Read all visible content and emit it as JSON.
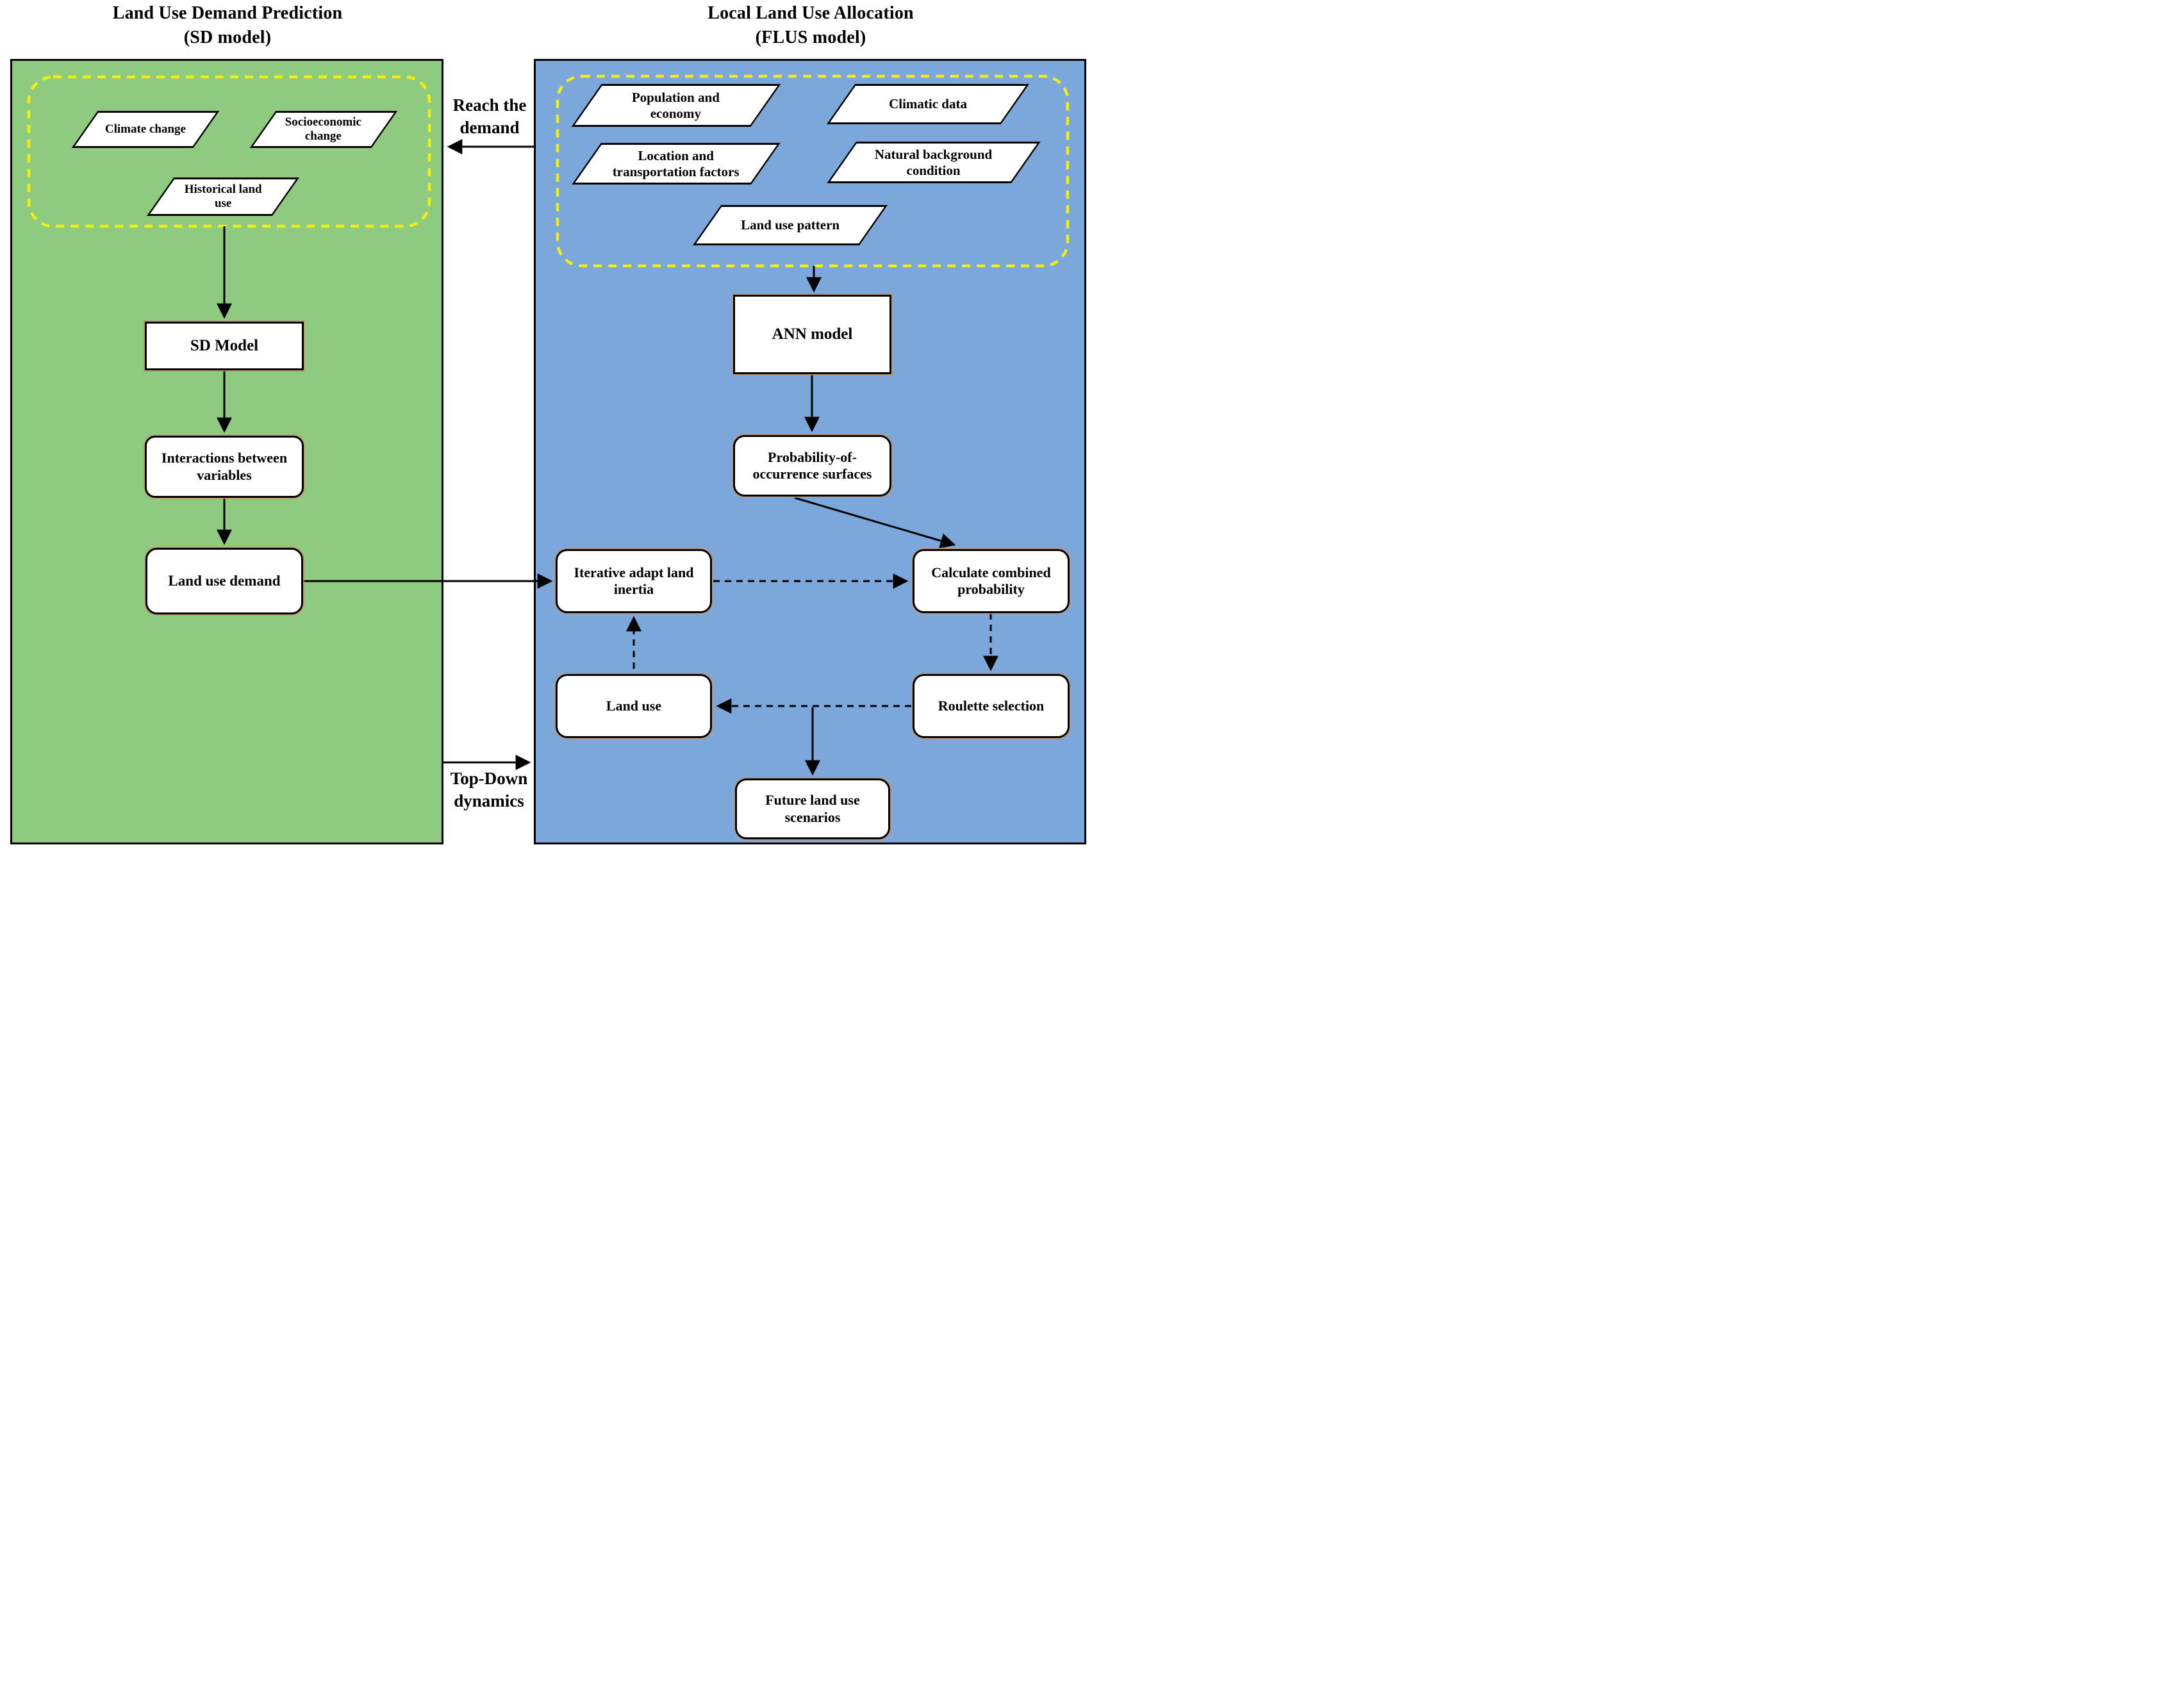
{
  "colors": {
    "left_panel": "#8fcb7f",
    "right_panel": "#7ba7db",
    "dashed_group_border": "#f2ef10",
    "node_border": "#000000",
    "node_outer_glow": "#c79a72",
    "arrow": "#000000"
  },
  "left": {
    "title_1": "Land Use Demand  Prediction",
    "title_2": "(SD model)",
    "inputs": {
      "climate_change": {
        "line1": "Climate change"
      },
      "socioeconomic": {
        "line1": "Socioeconomic",
        "line2": "change"
      },
      "historical": {
        "line1": "Historical land",
        "line2": "use"
      }
    },
    "sd_model": "SD Model",
    "interactions_1": "Interactions between",
    "interactions_2": "variables",
    "land_use_demand": "Land use demand"
  },
  "right": {
    "title_1": "Local Land Use Allocation",
    "title_2": "(FLUS model)",
    "inputs": {
      "population": {
        "line1": "Population and",
        "line2": "economy"
      },
      "climatic": {
        "line1": "Climatic data"
      },
      "location": {
        "line1": "Location and",
        "line2": "transportation factors"
      },
      "natural": {
        "line1": "Natural background",
        "line2": "condition"
      },
      "pattern": {
        "line1": "Land use pattern"
      }
    },
    "ann_model": "ANN model",
    "prob_1": "Probability-of-",
    "prob_2": "occurrence surfaces",
    "iterative_1": "Iterative adapt land",
    "iterative_2": "inertia",
    "calculate_1": "Calculate combined",
    "calculate_2": "probability",
    "roulette": "Roulette selection",
    "land_use": "Land use",
    "future_1": "Future land use",
    "future_2": "scenarios"
  },
  "connectors": {
    "reach_1": "Reach the",
    "reach_2": "demand",
    "topdown_1": "Top-Down",
    "topdown_2": "dynamics"
  }
}
